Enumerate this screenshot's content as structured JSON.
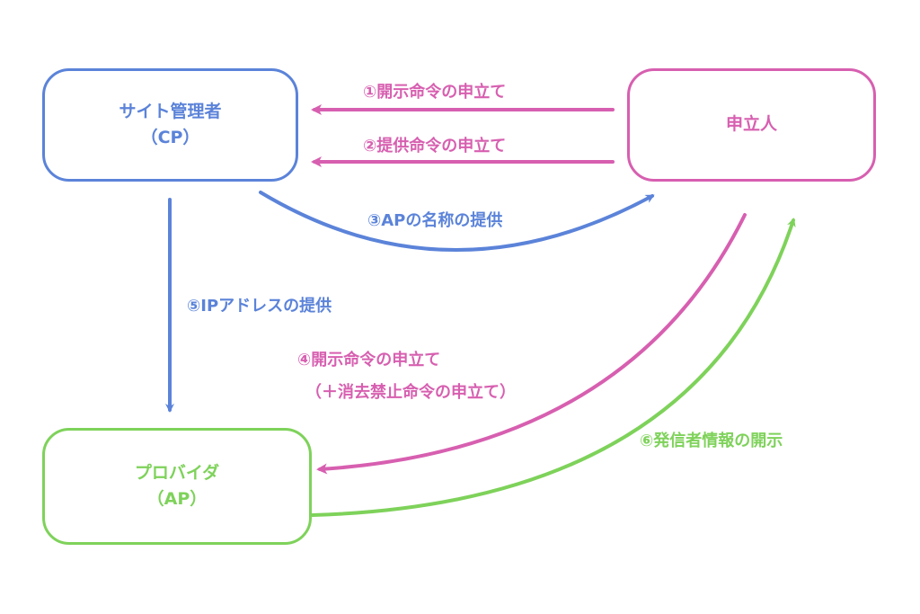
{
  "colors": {
    "cp": "#5b83d9",
    "applicant": "#d75fb0",
    "ap": "#7ed25a"
  },
  "nodes": {
    "cp": {
      "line1": "サイト管理者",
      "line2": "（CP）"
    },
    "applicant": {
      "line1": "申立人"
    },
    "ap": {
      "line1": "プロバイダ",
      "line2": "（AP）"
    }
  },
  "steps": {
    "s1": "①開示命令の申立て",
    "s2": "②提供命令の申立て",
    "s3": "③APの名称の提供",
    "s4_line1": "④開示命令の申立て",
    "s4_line2": "（＋消去禁止命令の申立て）",
    "s5": "⑤IPアドレスの提供",
    "s6": "⑥発信者情報の開示"
  },
  "edges": [
    {
      "id": "s1",
      "from": "applicant",
      "to": "cp",
      "color": "applicant"
    },
    {
      "id": "s2",
      "from": "applicant",
      "to": "cp",
      "color": "applicant"
    },
    {
      "id": "s3",
      "from": "cp",
      "to": "applicant",
      "color": "cp"
    },
    {
      "id": "s4",
      "from": "applicant",
      "to": "ap",
      "color": "applicant"
    },
    {
      "id": "s5",
      "from": "cp",
      "to": "ap",
      "color": "cp"
    },
    {
      "id": "s6",
      "from": "ap",
      "to": "applicant",
      "color": "ap"
    }
  ]
}
